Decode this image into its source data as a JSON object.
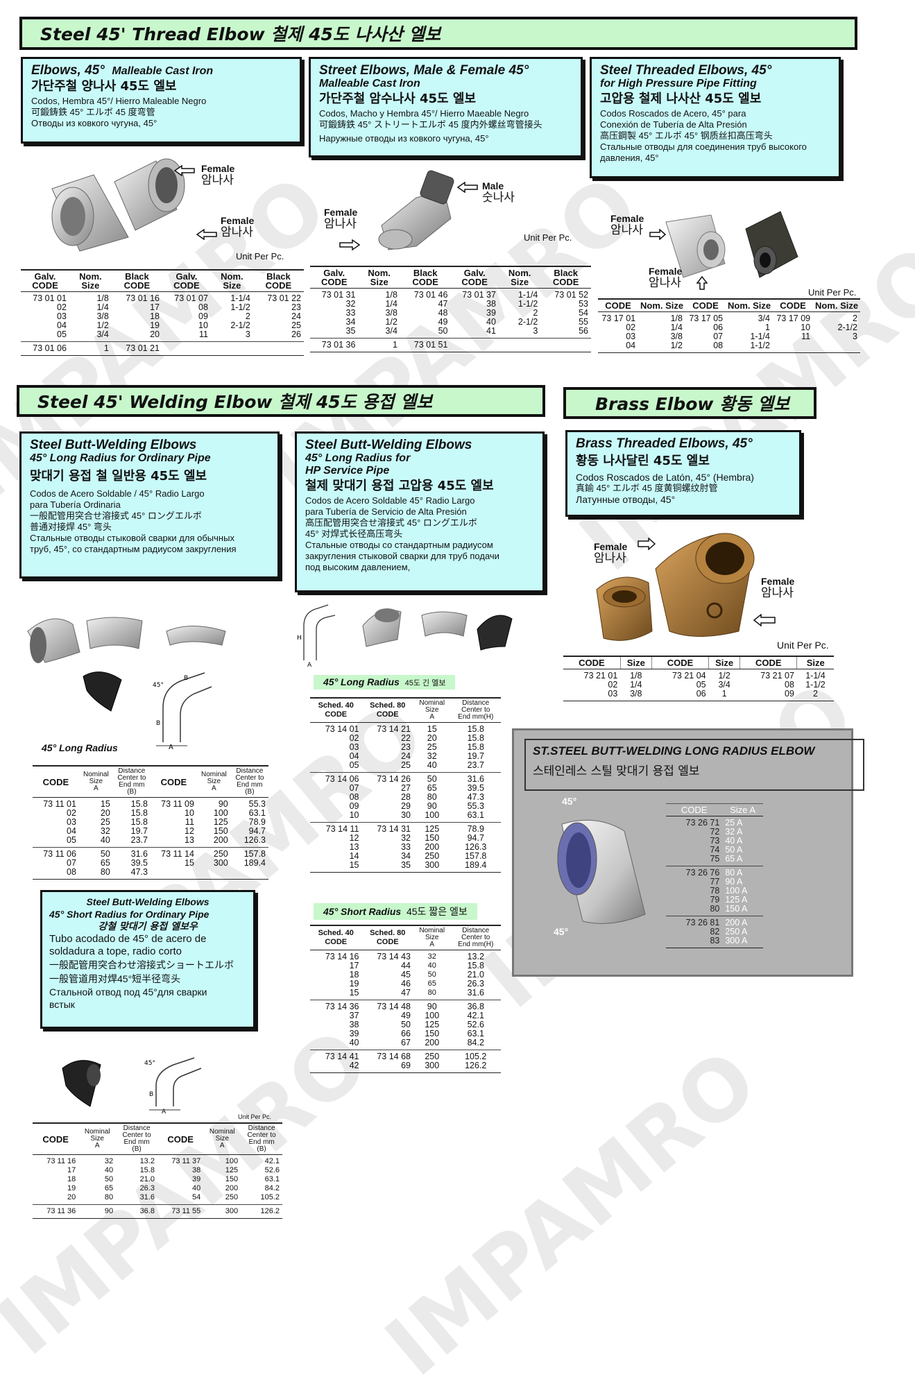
{
  "watermark": "IMPAMRO",
  "thread": {
    "banner": "Steel 45' Thread Elbow   철제 45도 나사산 엘보",
    "box1": {
      "title": "Elbows, 45°",
      "subtitle": "Malleable Cast Iron",
      "korean": "가단주철 양나사 45도 엘보",
      "es": "Codos, Hembra 45°/ Hierro Maleable Negro",
      "jp": "可鍛鋳鉄 45° エルボ     45 度弯管",
      "ru": "Отводы из ковкого чугуна, 45°"
    },
    "box2": {
      "title": "Street Elbows, Male & Female 45°",
      "subtitle": "Malleable Cast Iron",
      "korean": "가단주철 암수나사 45도 엘보",
      "es": "Codos, Macho y Hembra 45°/ Hierro Maeable Negro",
      "jp": "可鍛鋳鉄 45° ストリートエルボ 45 度内外螺丝弯管接头",
      "ru": "Наружные отводы из ковкого чугуна, 45°"
    },
    "box3": {
      "title": "Steel Threaded Elbows, 45°",
      "subtitle": "for High Pressure Pipe Fitting",
      "korean": "고압용 철제 나사산 45도 엘보",
      "es1": "Codos Roscados de Acero, 45° para",
      "es2": "Conexión de Tubería de Alta Presión",
      "jp": "高压鋼製 45° エルボ       45° 钢质丝扣高压弯头",
      "ru": "Стальные отводы для соединения труб высокого давления, 45°"
    },
    "female": "Female",
    "female_ko": "암나사",
    "male": "Male",
    "male_ko": "숫나사",
    "unit": "Unit Per Pc.",
    "t1": {
      "h": [
        "Galv.\nCODE",
        "Nom.\nSize",
        "Black\nCODE",
        "Galv.\nCODE",
        "Nom.\nSize",
        "Black\nCODE"
      ],
      "rows": [
        [
          "73 01 01\n02\n03\n04\n05",
          "1/8\n1/4\n3/8\n1/2\n3/4",
          "73 01 16\n17\n18\n19\n20",
          "73 01 07\n08\n09\n10\n11",
          "1-1/4\n1-1/2\n2\n2-1/2\n3",
          "73 01 22\n23\n24\n25\n26"
        ],
        [
          "73 01 06",
          "1",
          "73 01 21",
          "",
          "",
          ""
        ]
      ]
    },
    "t2": {
      "h": [
        "Galv.\nCODE",
        "Nom.\nSize",
        "Black\nCODE",
        "Galv.\nCODE",
        "Nom.\nSize",
        "Black\nCODE"
      ],
      "rows": [
        [
          "73 01 31\n32\n33\n34\n35",
          "1/8\n1/4\n3/8\n1/2\n3/4",
          "73 01 46\n47\n48\n49\n50",
          "73 01 37\n38\n39\n40\n41",
          "1-1/4\n1-1/2\n2\n2-1/2\n3",
          "73 01 52\n53\n54\n55\n56"
        ],
        [
          "73 01 36",
          "1",
          "73 01 51",
          "",
          "",
          ""
        ]
      ]
    },
    "t3": {
      "h": [
        "CODE",
        "Nom.\nSize",
        "CODE",
        "Nom.\nSize",
        "CODE",
        "Nom.\nSize"
      ],
      "rows": [
        [
          "73 17 01\n02\n03\n04",
          "1/8\n1/4\n3/8\n1/2",
          "73 17 05\n06\n07\n08",
          "3/4\n1\n1-1/4\n1-1/2",
          "73 17 09\n10\n11",
          "2\n2-1/2\n3"
        ]
      ]
    }
  },
  "welding": {
    "banner": "Steel 45' Welding Elbow  철제 45도  용접  엘보",
    "box1": {
      "title": "Steel Butt-Welding Elbows",
      "subtitle": "45° Long Radius for Ordinary Pipe",
      "korean": "맞대기 용접 철 일반용 45도 엘보",
      "es": "Codos de Acero Soldable / 45° Radio Largo\npara Tubería Ordinaria",
      "jp": "一般配管用突合せ溶接式 45° ロングエルボ\n普通对接焊 45° 弯头",
      "ru": "Стальные отводы стыковой сварки для обычных\nтруб, 45°, со стандартным радиусом закругления"
    },
    "box2": {
      "title": "Steel Butt-Welding Elbows",
      "subtitle": "45° Long Radius for\nHP Service Pipe",
      "korean": "철제 맞대기 용접 고압용 45도 엘보",
      "es": "Codos de Acero Soldable 45° Radio Largo\npara Tubería de Servicio de Alta Presión",
      "jp": "高压配管用突合せ溶接式 45° ロングエルボ\n45° 对焊式长径高压弯头",
      "ru": "Стальные отводы со стандартным радиусом\nзакругления стыковой сварки для труб подачи\nпод высоким давлением,"
    },
    "long_radius_label": "45° Long Radius",
    "t4": {
      "h": [
        "CODE",
        "Nominal\nSize\nA",
        "Distance\nCenter to\nEnd mm\n(B)",
        "CODE",
        "Nominal\nSize\nA",
        "Distance\nCenter to\nEnd mm\n(B)"
      ],
      "rows": [
        [
          "73 11 01\n02\n03\n04\n05",
          "15\n20\n25\n32\n40",
          "15.8\n15.8\n15.8\n19.7\n23.7",
          "73 11 09\n10\n11\n12\n13",
          "90\n100\n125\n150\n200",
          "55.3\n63.1\n78.9\n94.7\n126.3"
        ],
        [
          "73 11 06\n07\n08",
          "50\n65\n80",
          "31.6\n39.5\n47.3",
          "73 11 14\n15",
          "250\n300",
          "157.8\n189.4"
        ]
      ]
    },
    "box3": {
      "title": "Steel Butt-Welding Elbows",
      "subtitle": "45° Short Radius for Ordinary Pipe",
      "korean": "강철 맞대기 용접 엘보우",
      "es": "Tubo acodado de 45° de acero de\nsoldadura a tope, radio corto",
      "jp1": "一般配管用突合わせ溶接式ショートエルボ",
      "jp2": "一般管道用对焊45°短半径弯头",
      "ru": "Стальной отвод под 45°для сварки\nвстык"
    },
    "unit": "Unit Per Pc.",
    "t5": {
      "h": [
        "CODE",
        "Nominal\nSize\nA",
        "Distance\nCenter to\nEnd mm\n(B)",
        "CODE",
        "Nominal\nSize\nA",
        "Distance\nCenter to\nEnd mm\n(B)"
      ],
      "rows": [
        [
          "73 11 16\n17\n18\n19\n20",
          "32\n40\n50\n65\n80",
          "13.2\n15.8\n21.0\n26.3\n31.6",
          "73 11 37\n38\n39\n40\n54",
          "100\n125\n150\n200\n250",
          "42.1\n52.6\n63.1\n84.2\n105.2"
        ],
        [
          "73 11 36",
          "90",
          "36.8",
          "73 11 55",
          "300",
          "126.2"
        ]
      ]
    },
    "long_sub": "45° Long Radius",
    "long_sub_ko": "45도 긴 엘보",
    "t6": {
      "h": [
        "Sched. 40\nCODE",
        "Sched. 80\nCODE",
        "Nominal\nSize\nA",
        "Distance\nCenter to\nEnd mm(H)"
      ],
      "rows": [
        [
          "73 14 01\n02\n03\n04\n05",
          "73 14 21\n22\n23\n24\n25",
          "15\n20\n25\n32\n40",
          "15.8\n15.8\n15.8\n19.7\n23.7"
        ],
        [
          "73 14 06\n07\n08\n09\n10",
          "73 14 26\n27\n28\n29\n30",
          "50\n65\n80\n90\n100",
          "31.6\n39.5\n47.3\n55.3\n63.1"
        ],
        [
          "73 14 11\n12\n13\n14\n15",
          "73 14 31\n32\n33\n34\n35",
          "125\n150\n200\n250\n300",
          "78.9\n94.7\n126.3\n157.8\n189.4"
        ]
      ]
    },
    "short_sub": "45° Short Radius",
    "short_sub_ko": "45도 짧은 엘보",
    "t7": {
      "h": [
        "Sched. 40\nCODE",
        "Sched. 80\nCODE",
        "Nominal\nSize\nA",
        "Distance\nCenter to\nEnd mm(H)"
      ],
      "rows": [
        [
          "73 14 16\n17\n18\n19\n15",
          "73 14 43\n44\n45\n46\n47",
          "32\n40\n50\n65\n80",
          "13.2\n15.8\n21.0\n26.3\n31.6"
        ],
        [
          "73 14 36\n37\n38\n39\n40",
          "73 14 48\n49\n50\n66\n67",
          "90\n100\n125\n150\n200",
          "36.8\n42.1\n52.6\n63.1\n84.2"
        ],
        [
          "73 14 41\n42",
          "73 14 68\n69",
          "250\n300",
          "105.2\n126.2"
        ]
      ]
    }
  },
  "brass": {
    "banner": "Brass Elbow  황동 엘보",
    "box": {
      "title": "Brass Threaded Elbows, 45°",
      "korean": "황동 나사달린 45도 엘보",
      "es": "Codos Roscados de Latón, 45° (Hembra)",
      "jp": "真鍮 45° エルボ     45 度黄铜螺纹肘管",
      "ru": "Латунные отводы, 45°"
    },
    "female": "Female",
    "female_ko": "암나사",
    "unit": "Unit Per Pc.",
    "t8": {
      "h": [
        "CODE",
        "Size",
        "CODE",
        "Size",
        "CODE",
        "Size"
      ],
      "rows": [
        [
          "73 21 01\n02\n03",
          "1/8\n1/4\n3/8",
          "73 21 04\n05\n06",
          "1/2\n3/4\n1",
          "73 21 07\n08\n09",
          "1-1/4\n1-1/2\n2"
        ]
      ]
    }
  },
  "stainless": {
    "title": "ST.STEEL BUTT-WELDING LONG RADIUS ELBOW",
    "korean": "스테인레스 스틸 맞대기 용접 엘보",
    "angle1": "45°",
    "angle2": "45°",
    "t9": {
      "h": [
        "CODE",
        "Size A"
      ],
      "rows": [
        [
          "73 26 71\n72\n73\n74\n75",
          "25 A\n32 A\n40 A\n50 A\n65 A"
        ],
        [
          "73 26 76\n77\n78\n79\n80",
          "80 A\n90 A\n100 A\n125 A\n150 A"
        ],
        [
          "73 26 81\n82\n83",
          "200 A\n250 A\n300 A"
        ]
      ]
    }
  }
}
